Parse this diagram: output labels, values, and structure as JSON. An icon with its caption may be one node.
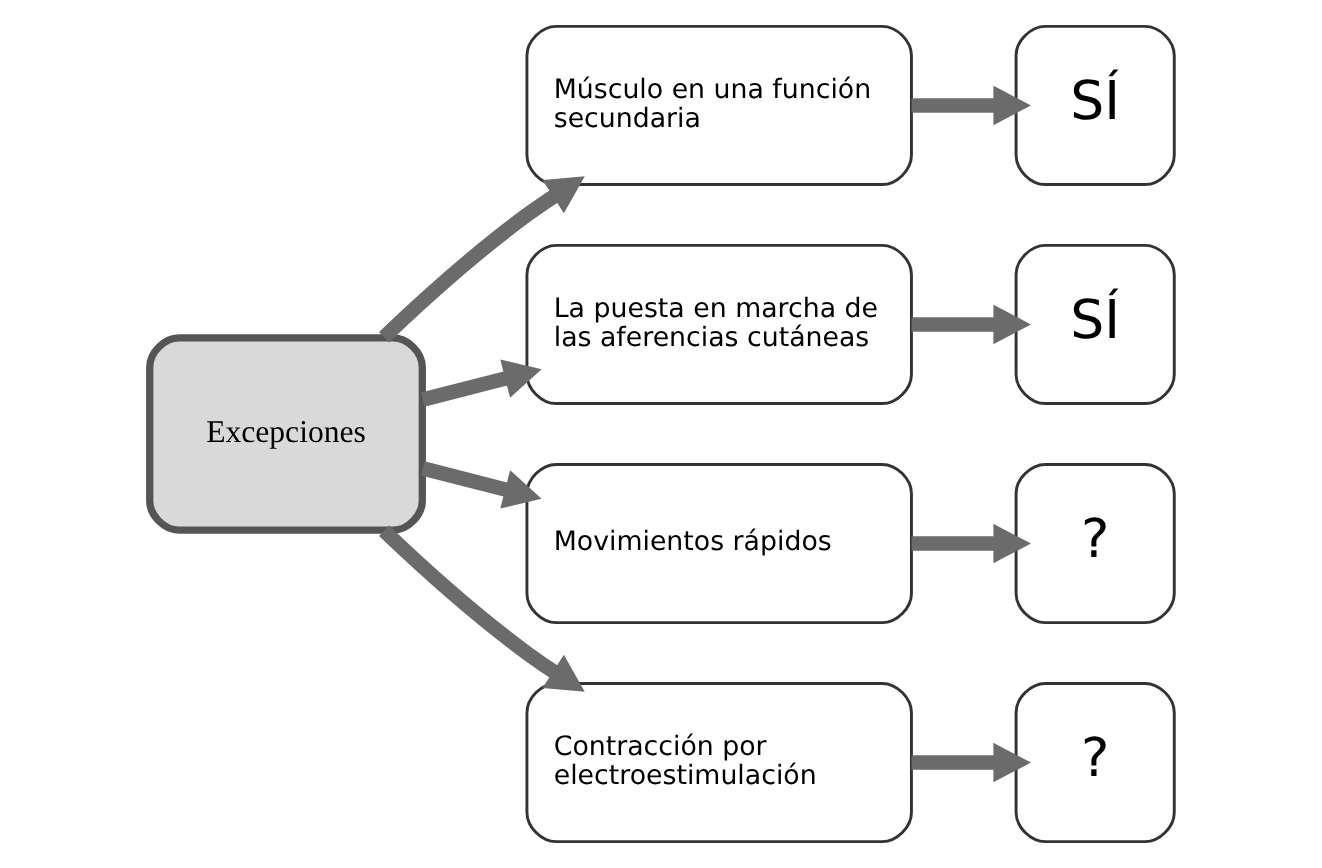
{
  "diagram": {
    "nodes": [
      {
        "text": [
          "Excepciones"
        ]
      },
      {
        "text": [
          "Músculo en una función secundaria"
        ]
      },
      {
        "text": [
          "SÍ"
        ]
      },
      {
        "text": [
          "La puesta en marcha de las aferencias cutáneas"
        ]
      },
      {
        "text": [
          "SÍ"
        ]
      },
      {
        "text": [
          "Movimientos rápidos"
        ]
      },
      {
        "text": [
          "?"
        ]
      },
      {
        "text": [
          "Contracción por electroestimulación"
        ]
      },
      {
        "text": [
          "?"
        ]
      }
    ],
    "edges": [
      {
        "from": 0,
        "to": 1,
        "arrow": "to"
      },
      {
        "from": 1,
        "to": 2,
        "arrow": "to"
      },
      {
        "from": 0,
        "to": 3,
        "arrow": "to"
      },
      {
        "from": 3,
        "to": 4,
        "arrow": "to"
      },
      {
        "from": 0,
        "to": 5,
        "arrow": "to"
      },
      {
        "from": 5,
        "to": 6,
        "arrow": "to"
      },
      {
        "from": 0,
        "to": 7,
        "arrow": "to"
      },
      {
        "from": 7,
        "to": 8,
        "arrow": "to"
      }
    ]
  }
}
